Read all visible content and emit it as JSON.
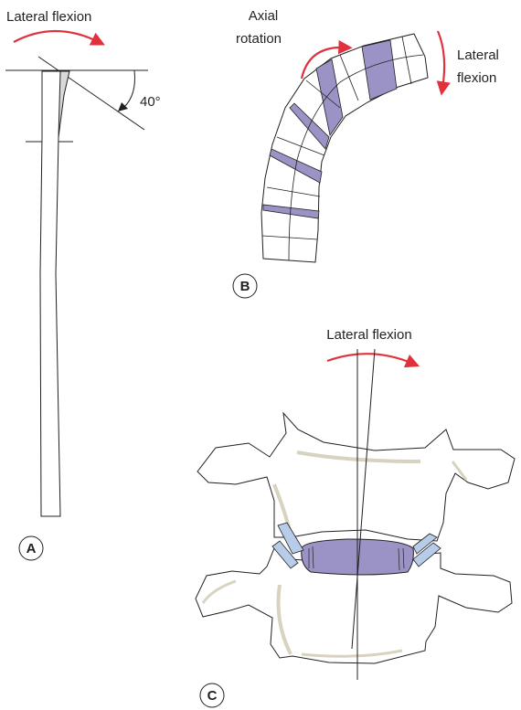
{
  "panel_a": {
    "label": "A",
    "motion_label": "Lateral flexion",
    "angle_label": "40°"
  },
  "panel_b": {
    "label": "B",
    "rotation_label_line1": "Axial",
    "rotation_label_line2": "rotation",
    "flexion_label_line1": "Lateral",
    "flexion_label_line2": "flexion"
  },
  "panel_c": {
    "label": "C",
    "motion_label": "Lateral flexion"
  },
  "colors": {
    "arrow_red": "#e0323c",
    "disc_purple": "#9b93c6",
    "ligament_blue": "#b7cce8",
    "bone_shadow": "#d8d3c0",
    "line_dark": "#231f20"
  }
}
